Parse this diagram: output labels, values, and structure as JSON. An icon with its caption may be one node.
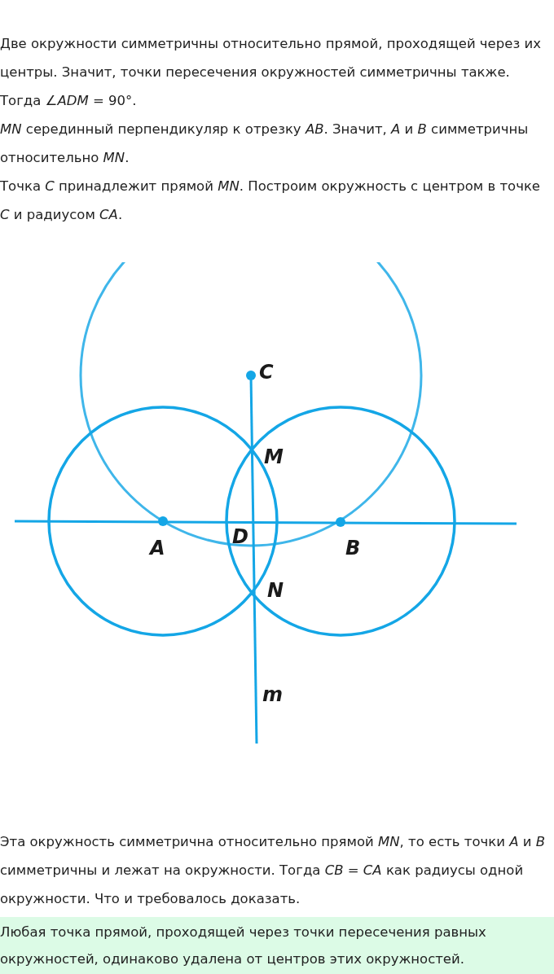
{
  "diagram": {
    "nodes": [
      {
        "text": [
          "Любая точка прямой, проходящей через точки пересечения равных окружностей, одинаково удалена от центров этих окружностей."
        ]
      }
    ],
    "labels": [
      "Две окружности симметричны относительно прямой, проходящей через их центры. Значит, точки пересечения окружностей симметричны также. Тогда *∠ADM* = 90°.",
      "*MN* серединный перпендикуляр к отрезку *AB*. Значит, *A* и *B* симметричны относительно *MN*.",
      "Точка *C* принадлежит прямой *MN*. Построим окружность с центром в точке *C* и радиусом *CA*.",
      "C",
      "M",
      "A",
      "D",
      "B",
      "N",
      "m",
      "Эта окружность симметрична относительно прямой *MN*, то есть точки *A* и *B* симметричны и лежат на окружности. Тогда *CB* = *CA* как радиусы одной окружности. Что и требовалось доказать."
    ]
  }
}
